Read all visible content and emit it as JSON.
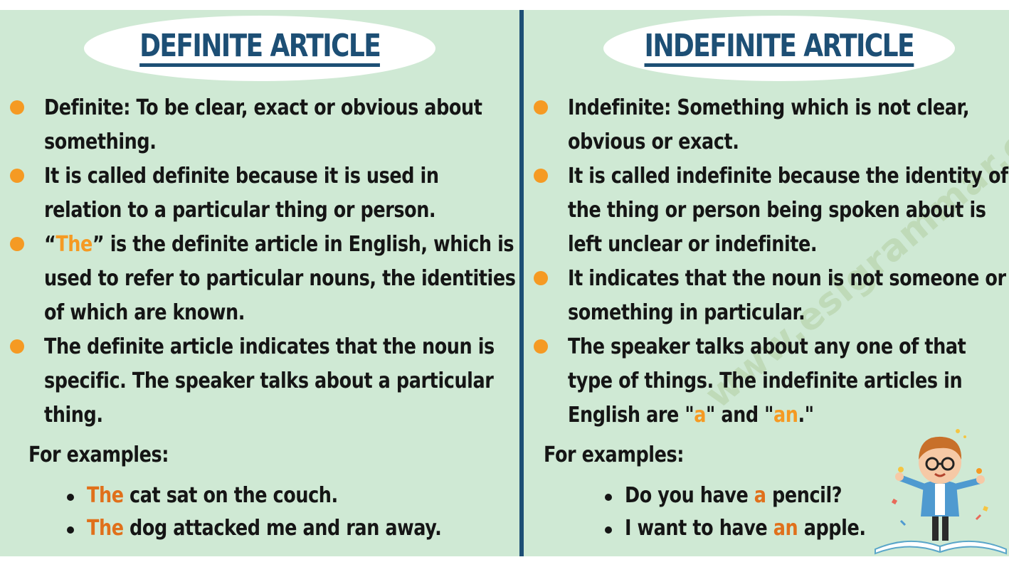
{
  "left": {
    "title": "DEFINITE ARTICLE",
    "bullets": [
      {
        "lines": [
          [
            "Definite: To be clear, exact or obvious about"
          ],
          [
            "something."
          ]
        ]
      },
      {
        "lines": [
          [
            "It is called definite because it is used in"
          ],
          [
            "relation to a particular thing or person."
          ]
        ]
      },
      {
        "lines": [
          [
            "“",
            "The",
            "” is the definite article in English, which is"
          ],
          [
            "used to refer to particular nouns, the identities"
          ],
          [
            "of which are known."
          ]
        ]
      },
      {
        "lines": [
          [
            "The definite article indicates that the noun is"
          ],
          [
            "specific. The speaker talks about a particular"
          ],
          [
            "thing."
          ]
        ]
      }
    ],
    "examples_label": "For examples:",
    "examples": [
      {
        "parts": [
          "",
          "The",
          " cat sat on the couch."
        ]
      },
      {
        "parts": [
          "",
          "The",
          " dog attacked me and ran away."
        ]
      }
    ]
  },
  "right": {
    "title": "INDEFINITE ARTICLE",
    "bullets": [
      {
        "lines": [
          [
            "Indefinite: Something which is not clear,"
          ],
          [
            "obvious or exact."
          ]
        ]
      },
      {
        "lines": [
          [
            "It is called indefinite because the identity of"
          ],
          [
            "the thing or person being spoken about is"
          ],
          [
            "left unclear or indefinite."
          ]
        ]
      },
      {
        "lines": [
          [
            "It indicates that the noun is not someone or"
          ],
          [
            "something in particular."
          ]
        ]
      },
      {
        "lines": [
          [
            "The speaker talks about any one of that"
          ],
          [
            "type of things. The indefinite articles in"
          ],
          [
            "English are \"",
            "a",
            "\" and \"",
            "an",
            ".\""
          ]
        ]
      }
    ],
    "examples_label": "For examples:",
    "examples": [
      {
        "parts": [
          "Do you have ",
          "a",
          " pencil?"
        ]
      },
      {
        "parts": [
          "I want to have ",
          "an",
          " apple."
        ]
      }
    ]
  },
  "watermark": "www.eslgrammar.org",
  "colors": {
    "background": "#cfe9d4",
    "navy": "#1d4f75",
    "accent_orange": "#f59a23",
    "text": "#151515"
  }
}
